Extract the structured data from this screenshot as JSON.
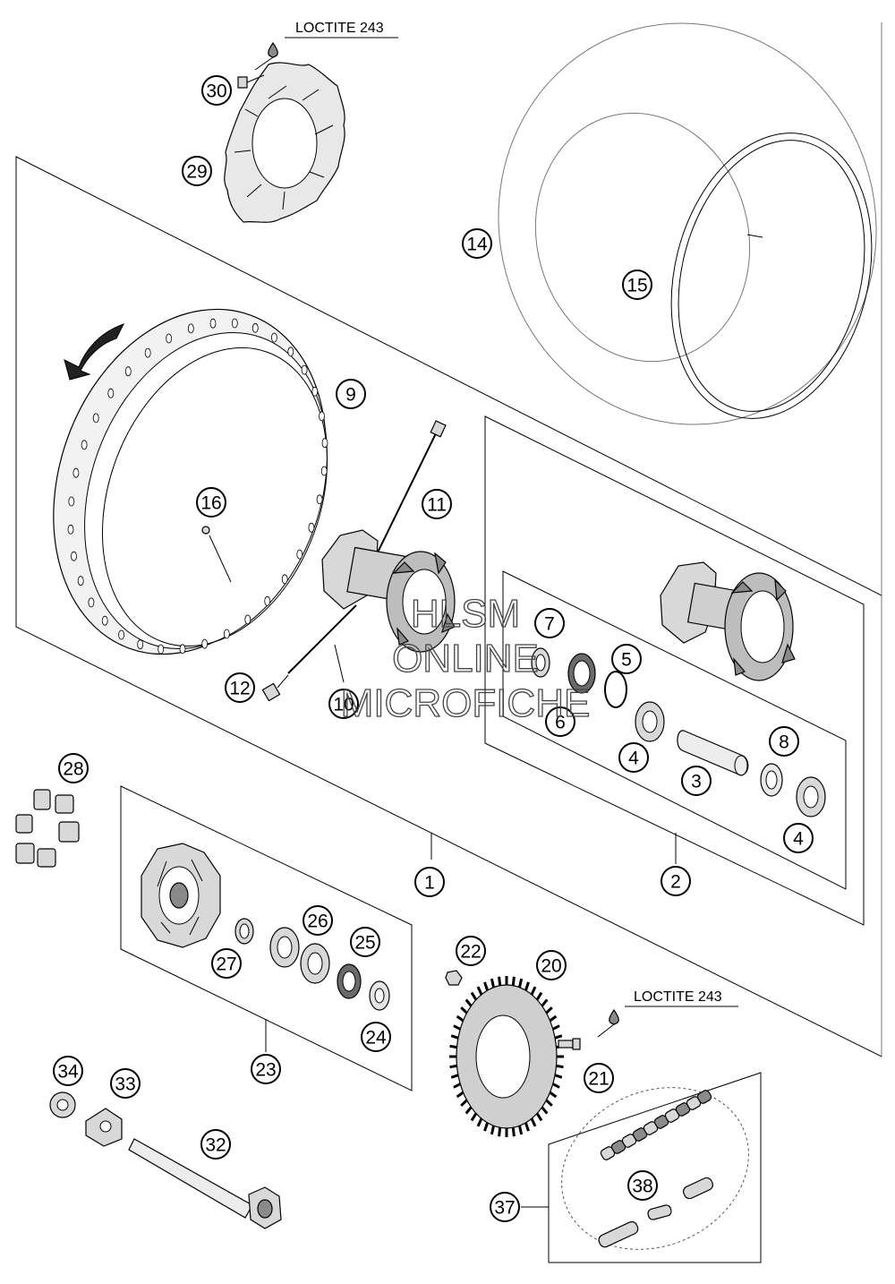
{
  "watermark": {
    "line1": "HLSM",
    "line2": "ONLINE",
    "line3": "MICROFICHE"
  },
  "annotations": {
    "loctite_top": "LOCTITE 243",
    "loctite_bottom": "LOCTITE 243"
  },
  "callouts": [
    {
      "id": "c1",
      "label": "1"
    },
    {
      "id": "c2",
      "label": "2"
    },
    {
      "id": "c3",
      "label": "3"
    },
    {
      "id": "c4a",
      "label": "4"
    },
    {
      "id": "c4b",
      "label": "4"
    },
    {
      "id": "c5",
      "label": "5"
    },
    {
      "id": "c6",
      "label": "6"
    },
    {
      "id": "c7",
      "label": "7"
    },
    {
      "id": "c8",
      "label": "8"
    },
    {
      "id": "c9",
      "label": "9"
    },
    {
      "id": "c10",
      "label": "10"
    },
    {
      "id": "c11",
      "label": "11"
    },
    {
      "id": "c12",
      "label": "12"
    },
    {
      "id": "c14",
      "label": "14"
    },
    {
      "id": "c15",
      "label": "15"
    },
    {
      "id": "c16",
      "label": "16"
    },
    {
      "id": "c20",
      "label": "20"
    },
    {
      "id": "c21",
      "label": "21"
    },
    {
      "id": "c22",
      "label": "22"
    },
    {
      "id": "c23",
      "label": "23"
    },
    {
      "id": "c24",
      "label": "24"
    },
    {
      "id": "c25",
      "label": "25"
    },
    {
      "id": "c26",
      "label": "26"
    },
    {
      "id": "c27",
      "label": "27"
    },
    {
      "id": "c28",
      "label": "28"
    },
    {
      "id": "c29",
      "label": "29"
    },
    {
      "id": "c30",
      "label": "30"
    },
    {
      "id": "c32",
      "label": "32"
    },
    {
      "id": "c33",
      "label": "33"
    },
    {
      "id": "c34",
      "label": "34"
    },
    {
      "id": "c37",
      "label": "37"
    },
    {
      "id": "c38",
      "label": "38"
    }
  ]
}
